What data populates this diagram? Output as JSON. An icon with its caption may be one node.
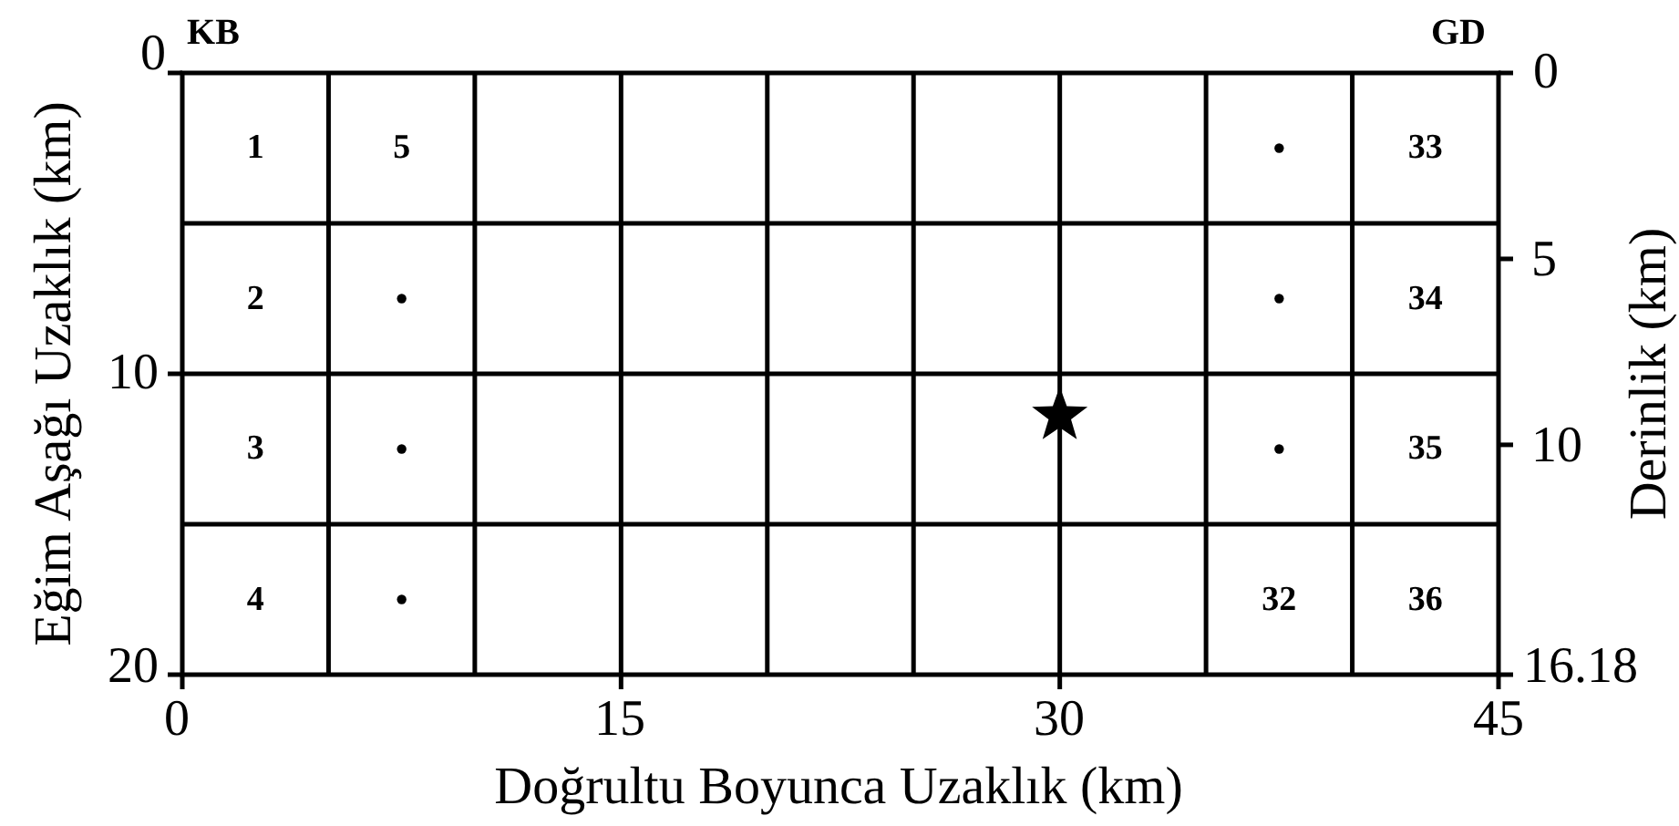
{
  "diagram": {
    "labels": [
      "KB",
      "GD",
      "1",
      "5",
      "33",
      "2",
      "34",
      "3",
      "35",
      "4",
      "32",
      "36",
      "0",
      "10",
      "20",
      "0",
      "5",
      "10",
      "16.18",
      "0",
      "15",
      "30",
      "45",
      "Eğim Aşağı Uzaklık (km)",
      "Derinlik (km)",
      "Doğrultu Boyunca Uzaklık (km)"
    ]
  }
}
